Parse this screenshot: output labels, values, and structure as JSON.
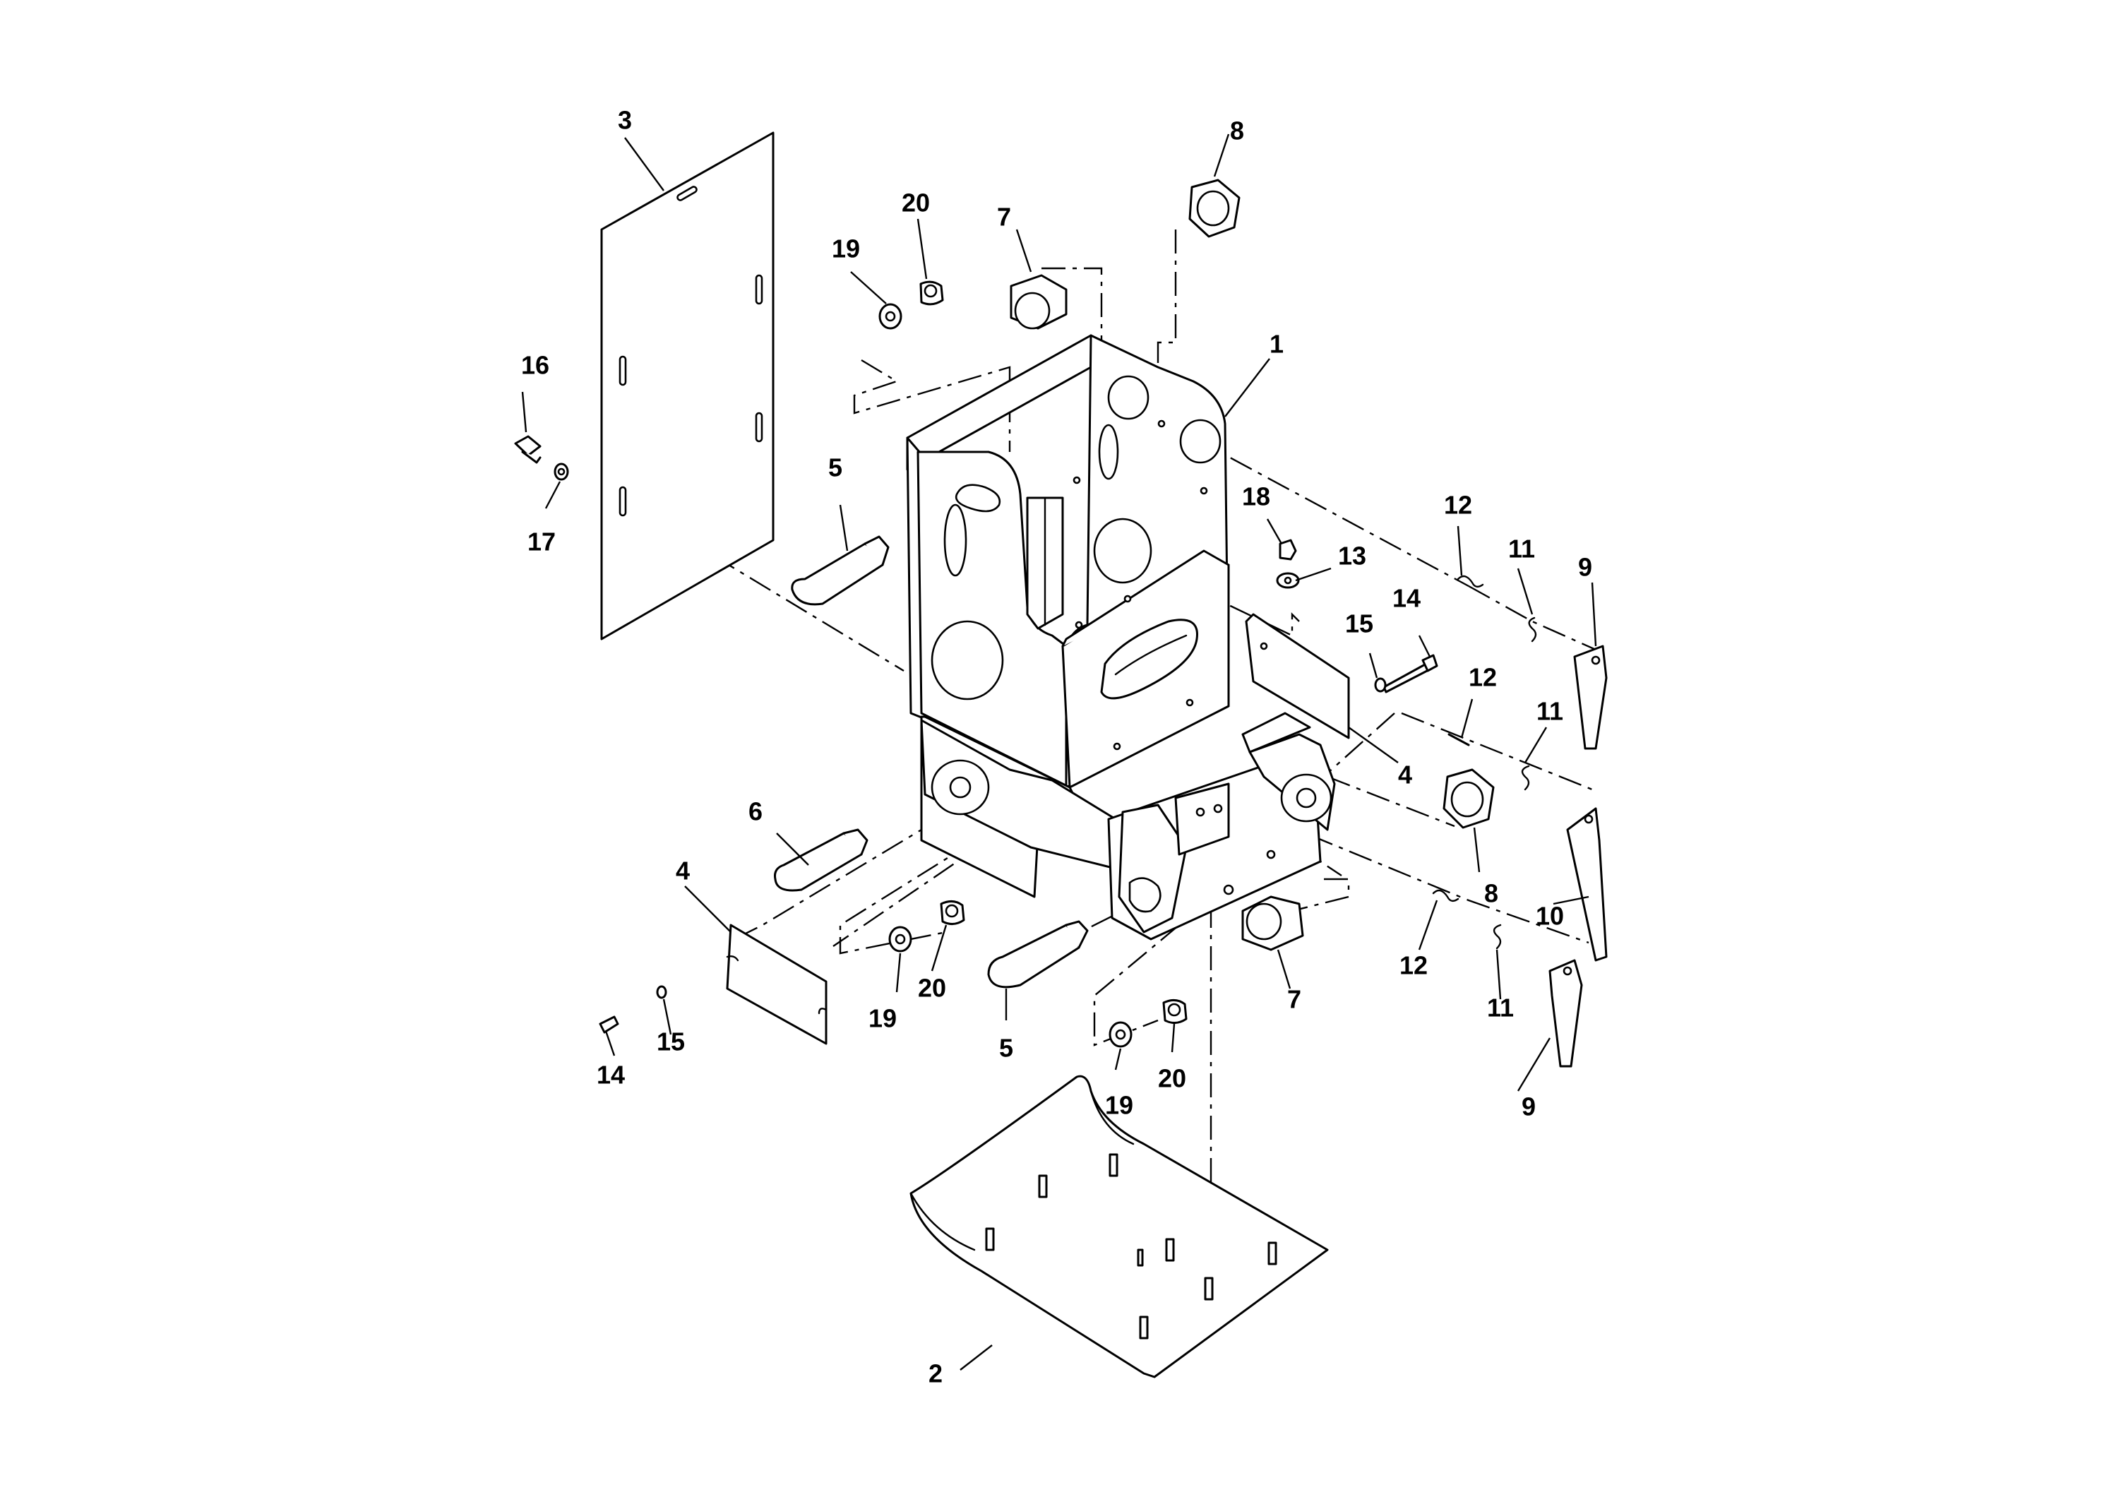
{
  "callouts": {
    "c1": "1",
    "c2": "2",
    "c3": "3",
    "c4a": "4",
    "c4b": "4",
    "c5a": "5",
    "c5b": "5",
    "c6": "6",
    "c7a": "7",
    "c7b": "7",
    "c8a": "8",
    "c8b": "8",
    "c9a": "9",
    "c9b": "9",
    "c10": "10",
    "c11a": "11",
    "c11b": "11",
    "c11c": "11",
    "c12a": "12",
    "c12b": "12",
    "c12c": "12",
    "c13": "13",
    "c14a": "14",
    "c14b": "14",
    "c15a": "15",
    "c15b": "15",
    "c16": "16",
    "c17": "17",
    "c18": "18",
    "c19a": "19",
    "c19b": "19",
    "c19c": "19",
    "c20a": "20",
    "c20b": "20",
    "c20c": "20"
  }
}
